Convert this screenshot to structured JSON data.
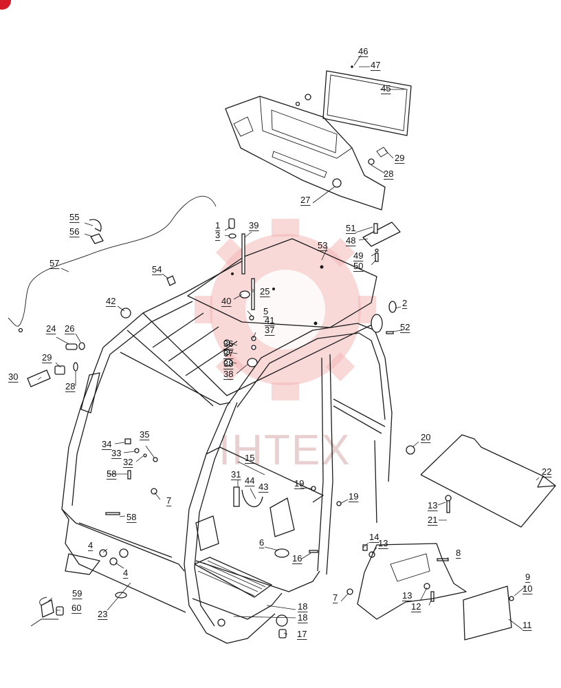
{
  "watermark": {
    "text": "IHTEX",
    "color": "#f4b8b8"
  },
  "corner_badge_color": "#d61a2a",
  "callouts": [
    {
      "id": "c46",
      "text": "46"
    },
    {
      "id": "c47",
      "text": "47"
    },
    {
      "id": "c45",
      "text": "45"
    },
    {
      "id": "c29a",
      "text": "29"
    },
    {
      "id": "c28a",
      "text": "28"
    },
    {
      "id": "c27",
      "text": "27"
    },
    {
      "id": "c1",
      "text": "1"
    },
    {
      "id": "c3",
      "text": "3"
    },
    {
      "id": "c39",
      "text": "39"
    },
    {
      "id": "c51",
      "text": "51"
    },
    {
      "id": "c48",
      "text": "48"
    },
    {
      "id": "c53",
      "text": "53"
    },
    {
      "id": "c49",
      "text": "49"
    },
    {
      "id": "c50",
      "text": "50"
    },
    {
      "id": "c55",
      "text": "55"
    },
    {
      "id": "c56",
      "text": "56"
    },
    {
      "id": "c57",
      "text": "57"
    },
    {
      "id": "c54",
      "text": "54"
    },
    {
      "id": "c40",
      "text": "40"
    },
    {
      "id": "c25",
      "text": "25"
    },
    {
      "id": "c2",
      "text": "2"
    },
    {
      "id": "c42",
      "text": "42"
    },
    {
      "id": "c5",
      "text": "5"
    },
    {
      "id": "c41",
      "text": "41"
    },
    {
      "id": "c37a",
      "text": "37"
    },
    {
      "id": "c52",
      "text": "52"
    },
    {
      "id": "c24",
      "text": "24"
    },
    {
      "id": "c26",
      "text": "26"
    },
    {
      "id": "c36",
      "text": "36"
    },
    {
      "id": "c37b",
      "text": "37"
    },
    {
      "id": "c38a",
      "text": "38"
    },
    {
      "id": "c38b",
      "text": "38"
    },
    {
      "id": "c29b",
      "text": "29"
    },
    {
      "id": "c30",
      "text": "30"
    },
    {
      "id": "c28b",
      "text": "28"
    },
    {
      "id": "c34",
      "text": "34"
    },
    {
      "id": "c35",
      "text": "35"
    },
    {
      "id": "c33",
      "text": "33"
    },
    {
      "id": "c32",
      "text": "32"
    },
    {
      "id": "c20",
      "text": "20"
    },
    {
      "id": "c15",
      "text": "15"
    },
    {
      "id": "c58a",
      "text": "58"
    },
    {
      "id": "c31",
      "text": "31"
    },
    {
      "id": "c44",
      "text": "44"
    },
    {
      "id": "c22",
      "text": "22"
    },
    {
      "id": "c19a",
      "text": "19"
    },
    {
      "id": "c43",
      "text": "43"
    },
    {
      "id": "c7a",
      "text": "7"
    },
    {
      "id": "c19b",
      "text": "19"
    },
    {
      "id": "c13a",
      "text": "13"
    },
    {
      "id": "c58b",
      "text": "58"
    },
    {
      "id": "c21",
      "text": "21"
    },
    {
      "id": "c14",
      "text": "14"
    },
    {
      "id": "c13b",
      "text": "13"
    },
    {
      "id": "c6",
      "text": "6"
    },
    {
      "id": "c4a",
      "text": "4"
    },
    {
      "id": "c8",
      "text": "8"
    },
    {
      "id": "c16",
      "text": "16"
    },
    {
      "id": "c4b",
      "text": "4"
    },
    {
      "id": "c9",
      "text": "9"
    },
    {
      "id": "c10",
      "text": "10"
    },
    {
      "id": "c59",
      "text": "59"
    },
    {
      "id": "c7b",
      "text": "7"
    },
    {
      "id": "c13c",
      "text": "13"
    },
    {
      "id": "c18a",
      "text": "18"
    },
    {
      "id": "c12",
      "text": "12"
    },
    {
      "id": "c60",
      "text": "60"
    },
    {
      "id": "c23",
      "text": "23"
    },
    {
      "id": "c18b",
      "text": "18"
    },
    {
      "id": "c11",
      "text": "11"
    },
    {
      "id": "c17",
      "text": "17"
    }
  ]
}
